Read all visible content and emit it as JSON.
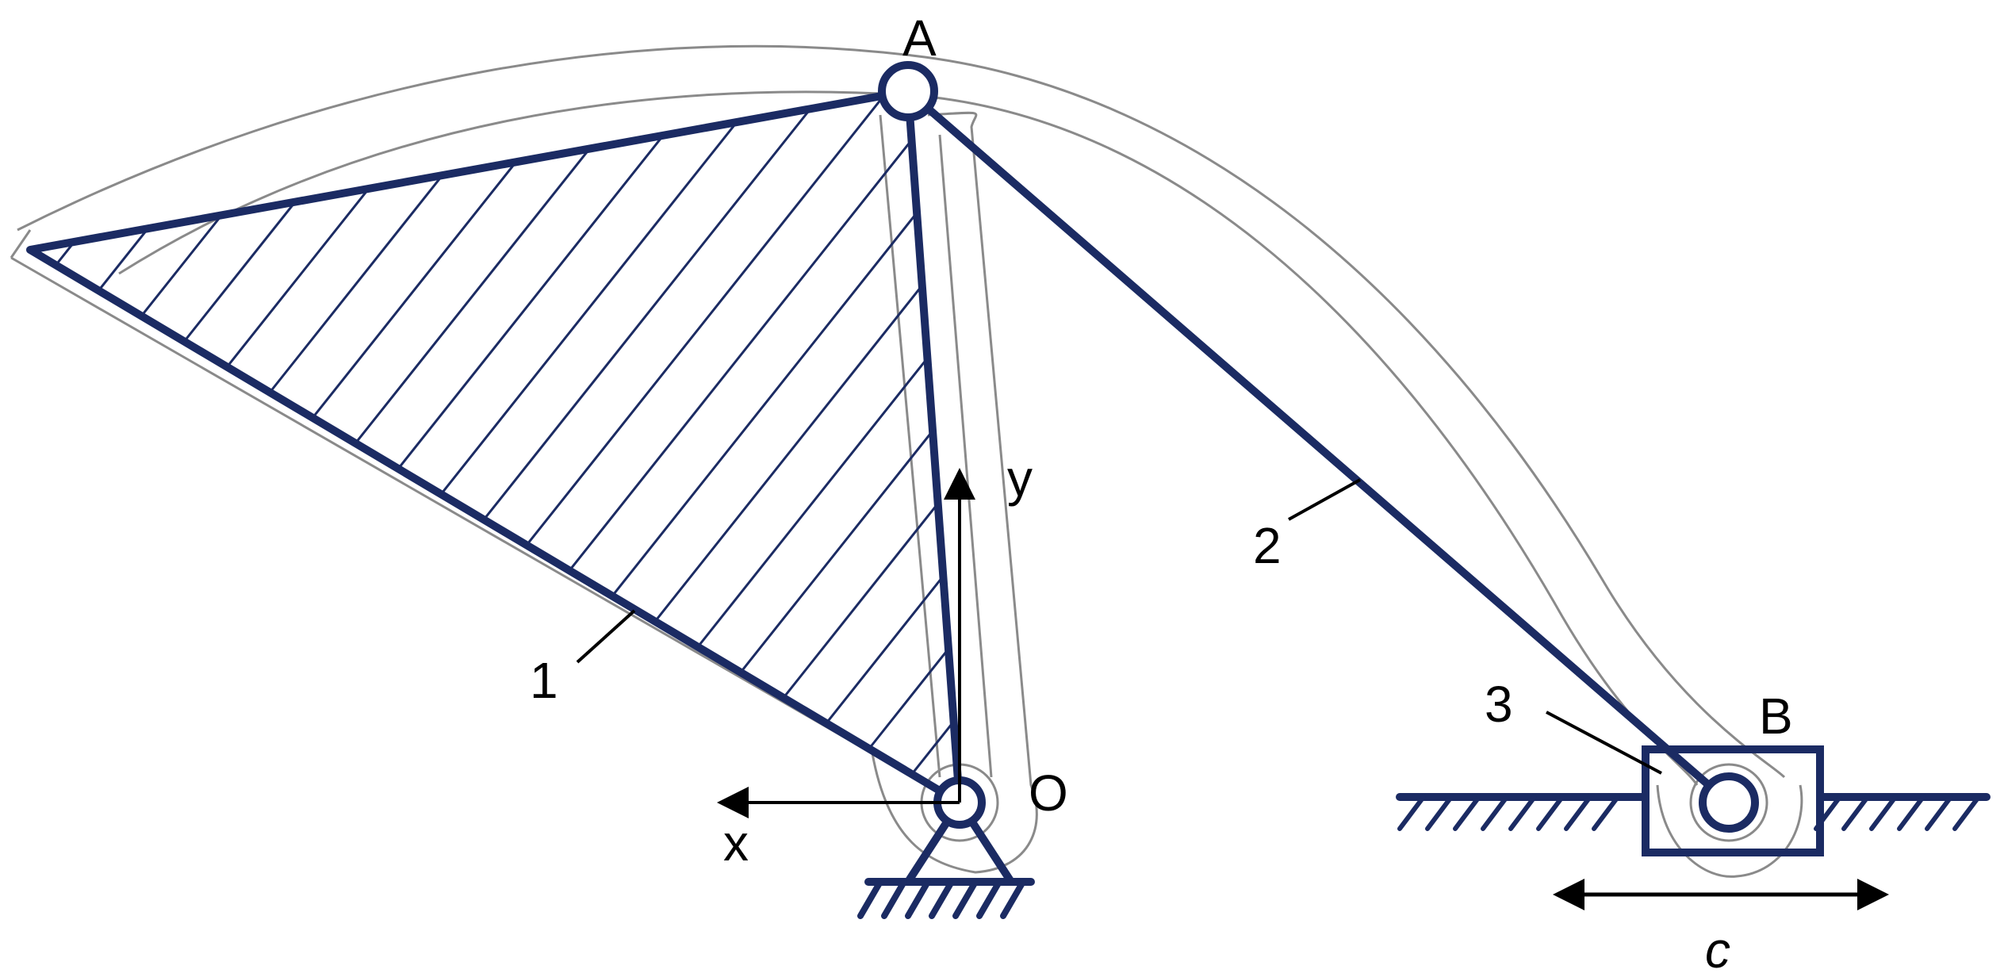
{
  "colors": {
    "link": "#1b2b63",
    "outline": "#8a8a8a",
    "arrow": "#000000",
    "background": "#ffffff"
  },
  "points": {
    "a": "A",
    "b": "B",
    "o": "O"
  },
  "axes": {
    "x": "x",
    "y": "y"
  },
  "links": {
    "crank": "1",
    "connecting_rod": "2",
    "slider": "3"
  },
  "slider_direction": "c"
}
